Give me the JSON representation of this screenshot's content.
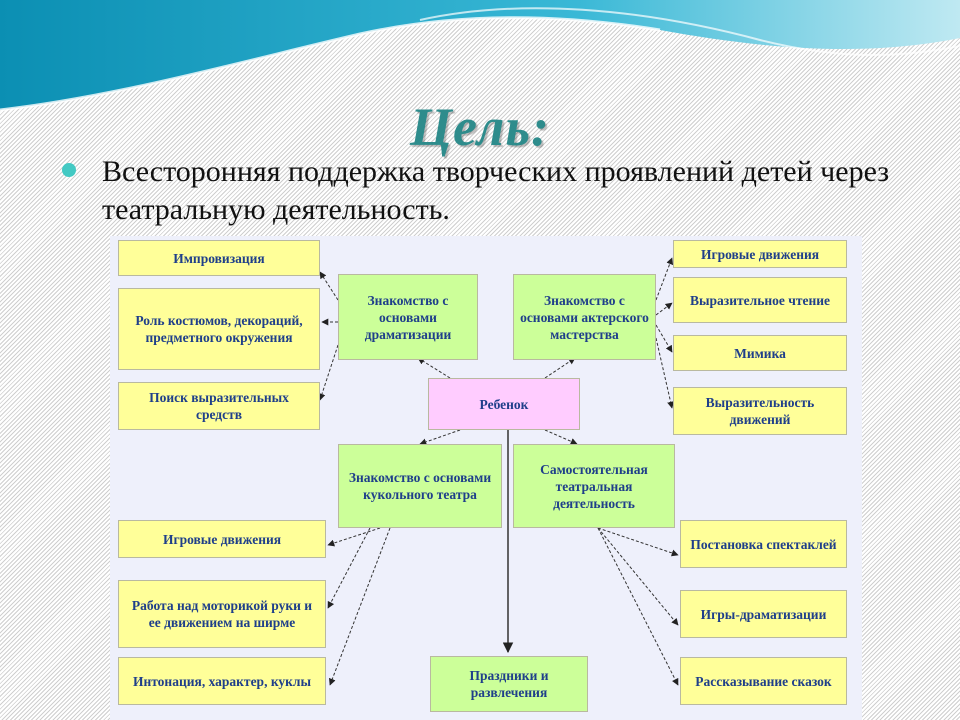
{
  "slide": {
    "title": "Цель:",
    "goal": "Всесторонняя поддержка творческих проявлений детей через  театральную деятельность.",
    "colors": {
      "title": "#2e8c8c",
      "bullet": "#43c9c3",
      "wave": "#1a9fc0",
      "box_yellow": "#ffff99",
      "box_green": "#ccff99",
      "box_pink": "#ffccff",
      "box_text": "#1f3f8a"
    }
  },
  "diagram": {
    "center": "Ребенок",
    "branches": {
      "dramatization": "Знакомство с основами драматизации",
      "acting": "Знакомство с основами актерского мастерства",
      "puppet": "Знакомство с основами кукольного театра",
      "independent": "Самостоятельная театральная деятельность",
      "holidays": "Праздники и развлечения"
    },
    "dramatization_items": [
      "Импровизация",
      "Роль костюмов, декораций, предметного окружения",
      "Поиск выразительных средств"
    ],
    "acting_items": [
      "Игровые движения",
      "Выразительное чтение",
      "Мимика",
      "Выразительность движений"
    ],
    "puppet_items": [
      "Игровые движения",
      "Работа над моторикой руки и ее движением на ширме",
      "Интонация, характер, куклы"
    ],
    "independent_items": [
      "Постановка спектаклей",
      "Игры-драматизации",
      "Рассказывание сказок"
    ]
  }
}
